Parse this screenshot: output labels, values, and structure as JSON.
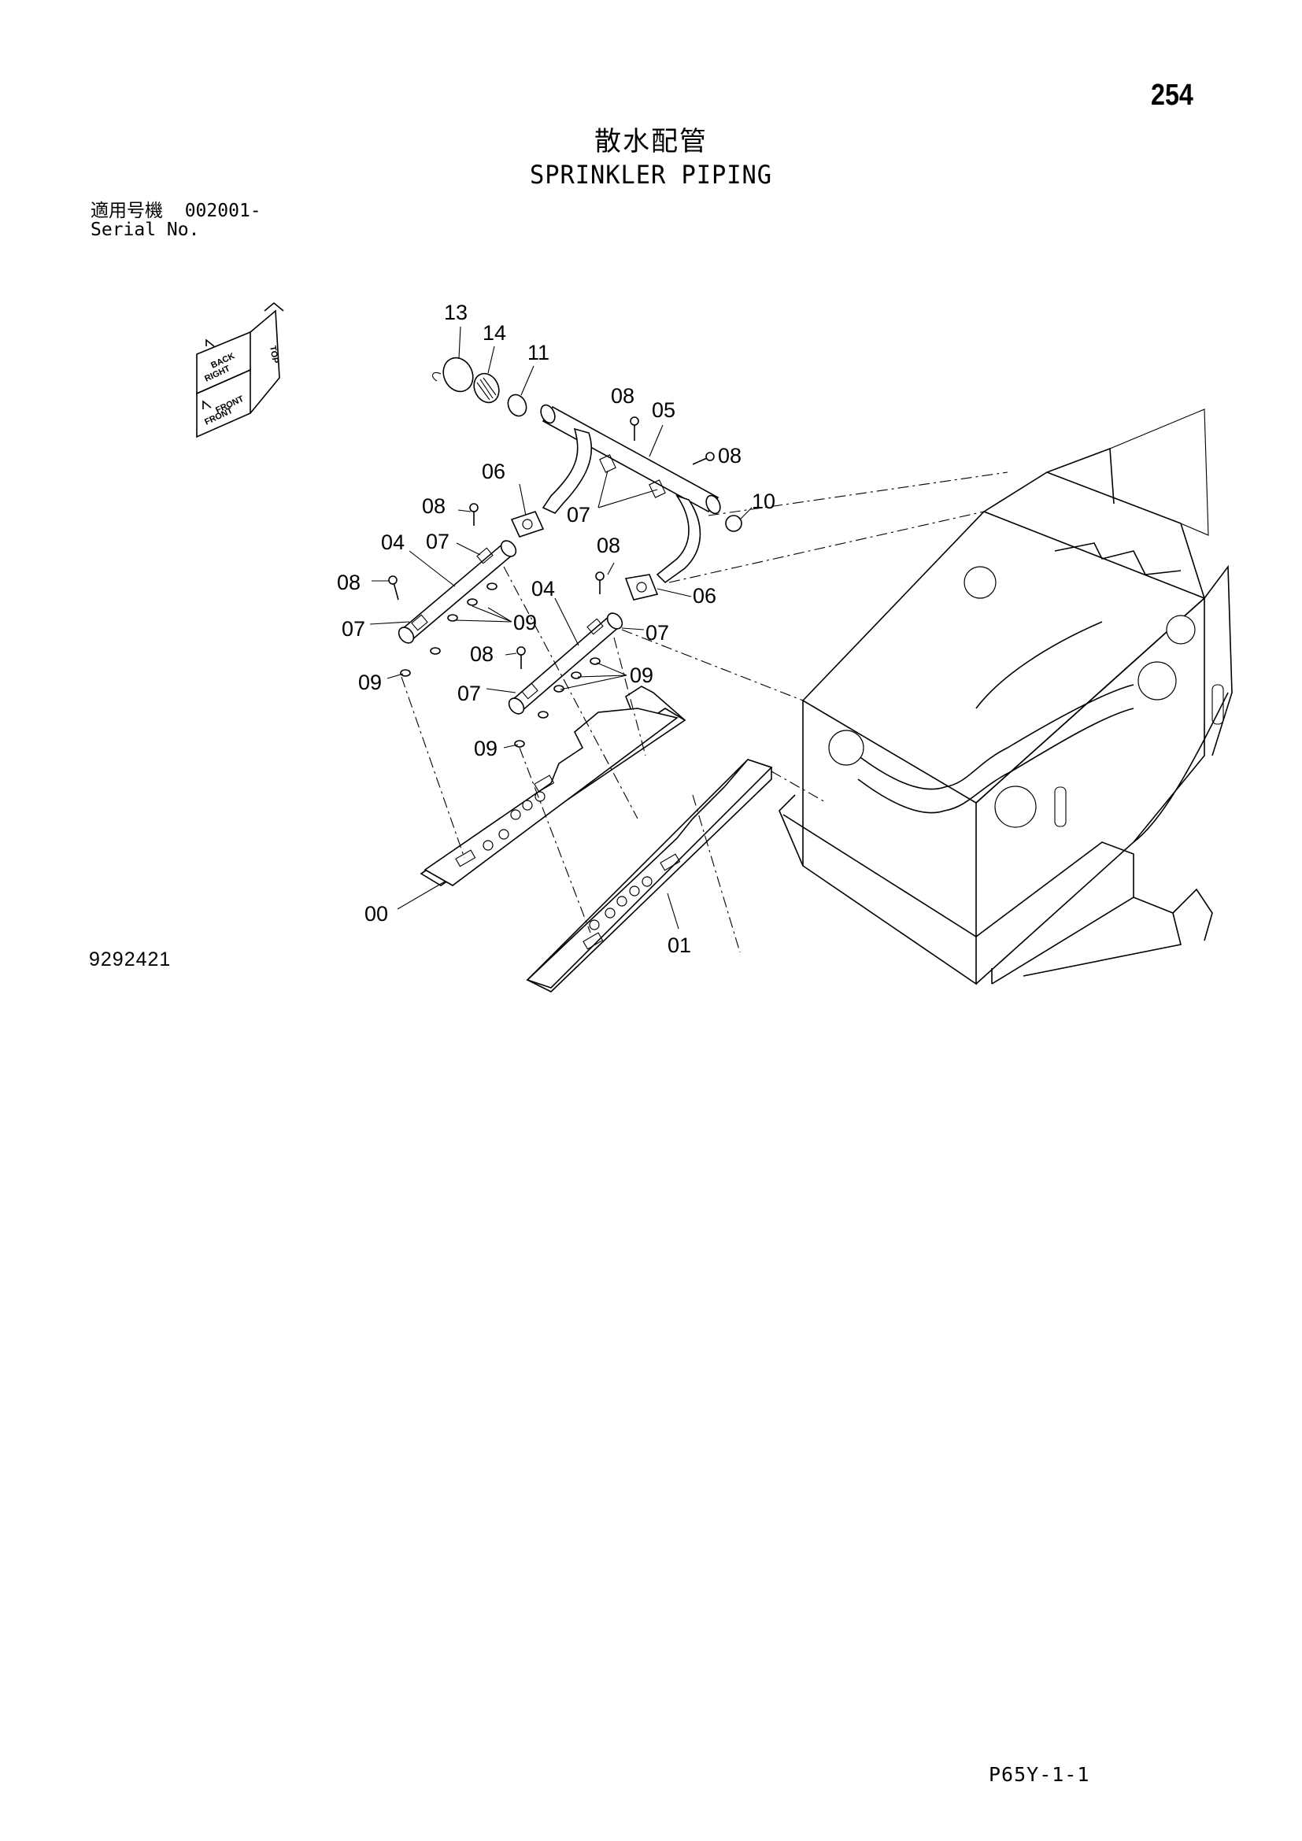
{
  "page_number": "254",
  "title_jp": "散水配管",
  "title_en": "SPRINKLER PIPING",
  "serial": {
    "label_jp": "適用号機",
    "value": "002001-",
    "label_en": "Serial No."
  },
  "orientation": {
    "back": "BACK",
    "right": "RIGHT",
    "front_a": "FRONT",
    "front_b": "FRONT",
    "top": "TOP"
  },
  "callouts": {
    "c13": "13",
    "c14": "14",
    "c11": "11",
    "c08a": "08",
    "c05": "05",
    "c08b": "08",
    "c06a": "06",
    "c07a": "07",
    "c10": "10",
    "c08c": "08",
    "c04a": "04",
    "c07b": "07",
    "c08d": "08",
    "c08e": "08",
    "c06b": "06",
    "c04b": "04",
    "c07c": "07",
    "c09a": "09",
    "c07d": "07",
    "c08f": "08",
    "c09b": "09",
    "c07e": "07",
    "c09c": "09",
    "c09d": "09",
    "c00": "00",
    "c01": "01"
  },
  "figure_id": "9292421",
  "page_code": "P65Y-1-1"
}
